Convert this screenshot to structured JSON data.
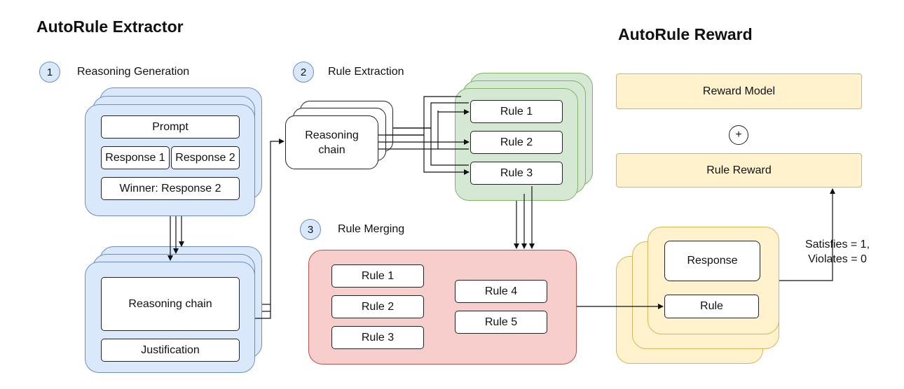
{
  "extractor_title": "AutoRule Extractor",
  "reward_title": "AutoRule Reward",
  "steps": [
    {
      "number": "1",
      "label": "Reasoning Generation"
    },
    {
      "number": "2",
      "label": "Rule Extraction"
    },
    {
      "number": "3",
      "label": "Rule Merging"
    }
  ],
  "generation": {
    "prompt": "Prompt",
    "response1": "Response 1",
    "response2": "Response 2",
    "winner": "Winner: Response 2",
    "reasoning_chain": "Reasoning chain",
    "justification": "Justification"
  },
  "extraction": {
    "reasoning_chain_line1": "Reasoning",
    "reasoning_chain_line2": "chain",
    "rules": [
      "Rule 1",
      "Rule 2",
      "Rule 3"
    ]
  },
  "merging": {
    "rules_left": [
      "Rule 1",
      "Rule 2",
      "Rule 3"
    ],
    "rules_right": [
      "Rule 4",
      "Rule 5"
    ]
  },
  "reward": {
    "reward_model": "Reward Model",
    "plus": "+",
    "rule_reward": "Rule Reward",
    "response": "Response",
    "rule": "Rule",
    "satisfies": "Satisfies = 1,",
    "violates": "Violates = 0"
  },
  "colors": {
    "blue_fill": "#dae8fc",
    "blue_stroke": "#6c8ebf",
    "green_fill": "#d5e8d4",
    "green_stroke": "#82b366",
    "yellow_fill": "#fff2cc",
    "yellow_stroke": "#d6b656",
    "red_fill": "#f8cecc",
    "red_stroke": "#b85450"
  }
}
